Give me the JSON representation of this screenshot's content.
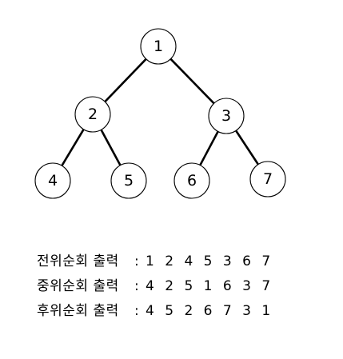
{
  "tree": {
    "nodes": [
      {
        "id": "n1",
        "label": "1"
      },
      {
        "id": "n2",
        "label": "2"
      },
      {
        "id": "n3",
        "label": "3"
      },
      {
        "id": "n4",
        "label": "4"
      },
      {
        "id": "n5",
        "label": "5"
      },
      {
        "id": "n6",
        "label": "6"
      },
      {
        "id": "n7",
        "label": "7"
      }
    ],
    "edges": [
      {
        "from": "n1",
        "to": "n2"
      },
      {
        "from": "n1",
        "to": "n3"
      },
      {
        "from": "n2",
        "to": "n4"
      },
      {
        "from": "n2",
        "to": "n5"
      },
      {
        "from": "n3",
        "to": "n6"
      },
      {
        "from": "n3",
        "to": "n7"
      }
    ]
  },
  "traversals": {
    "preorder": {
      "label": "전위순회 출력",
      "colon": ":",
      "sequence": "1 2 4 5 3 6 7"
    },
    "inorder": {
      "label": "중위순회 출력",
      "colon": ":",
      "sequence": "4 2 5 1 6 3 7"
    },
    "postorder": {
      "label": "후위순회 출력",
      "colon": ":",
      "sequence": "4 5 2 6 7 3 1"
    }
  }
}
